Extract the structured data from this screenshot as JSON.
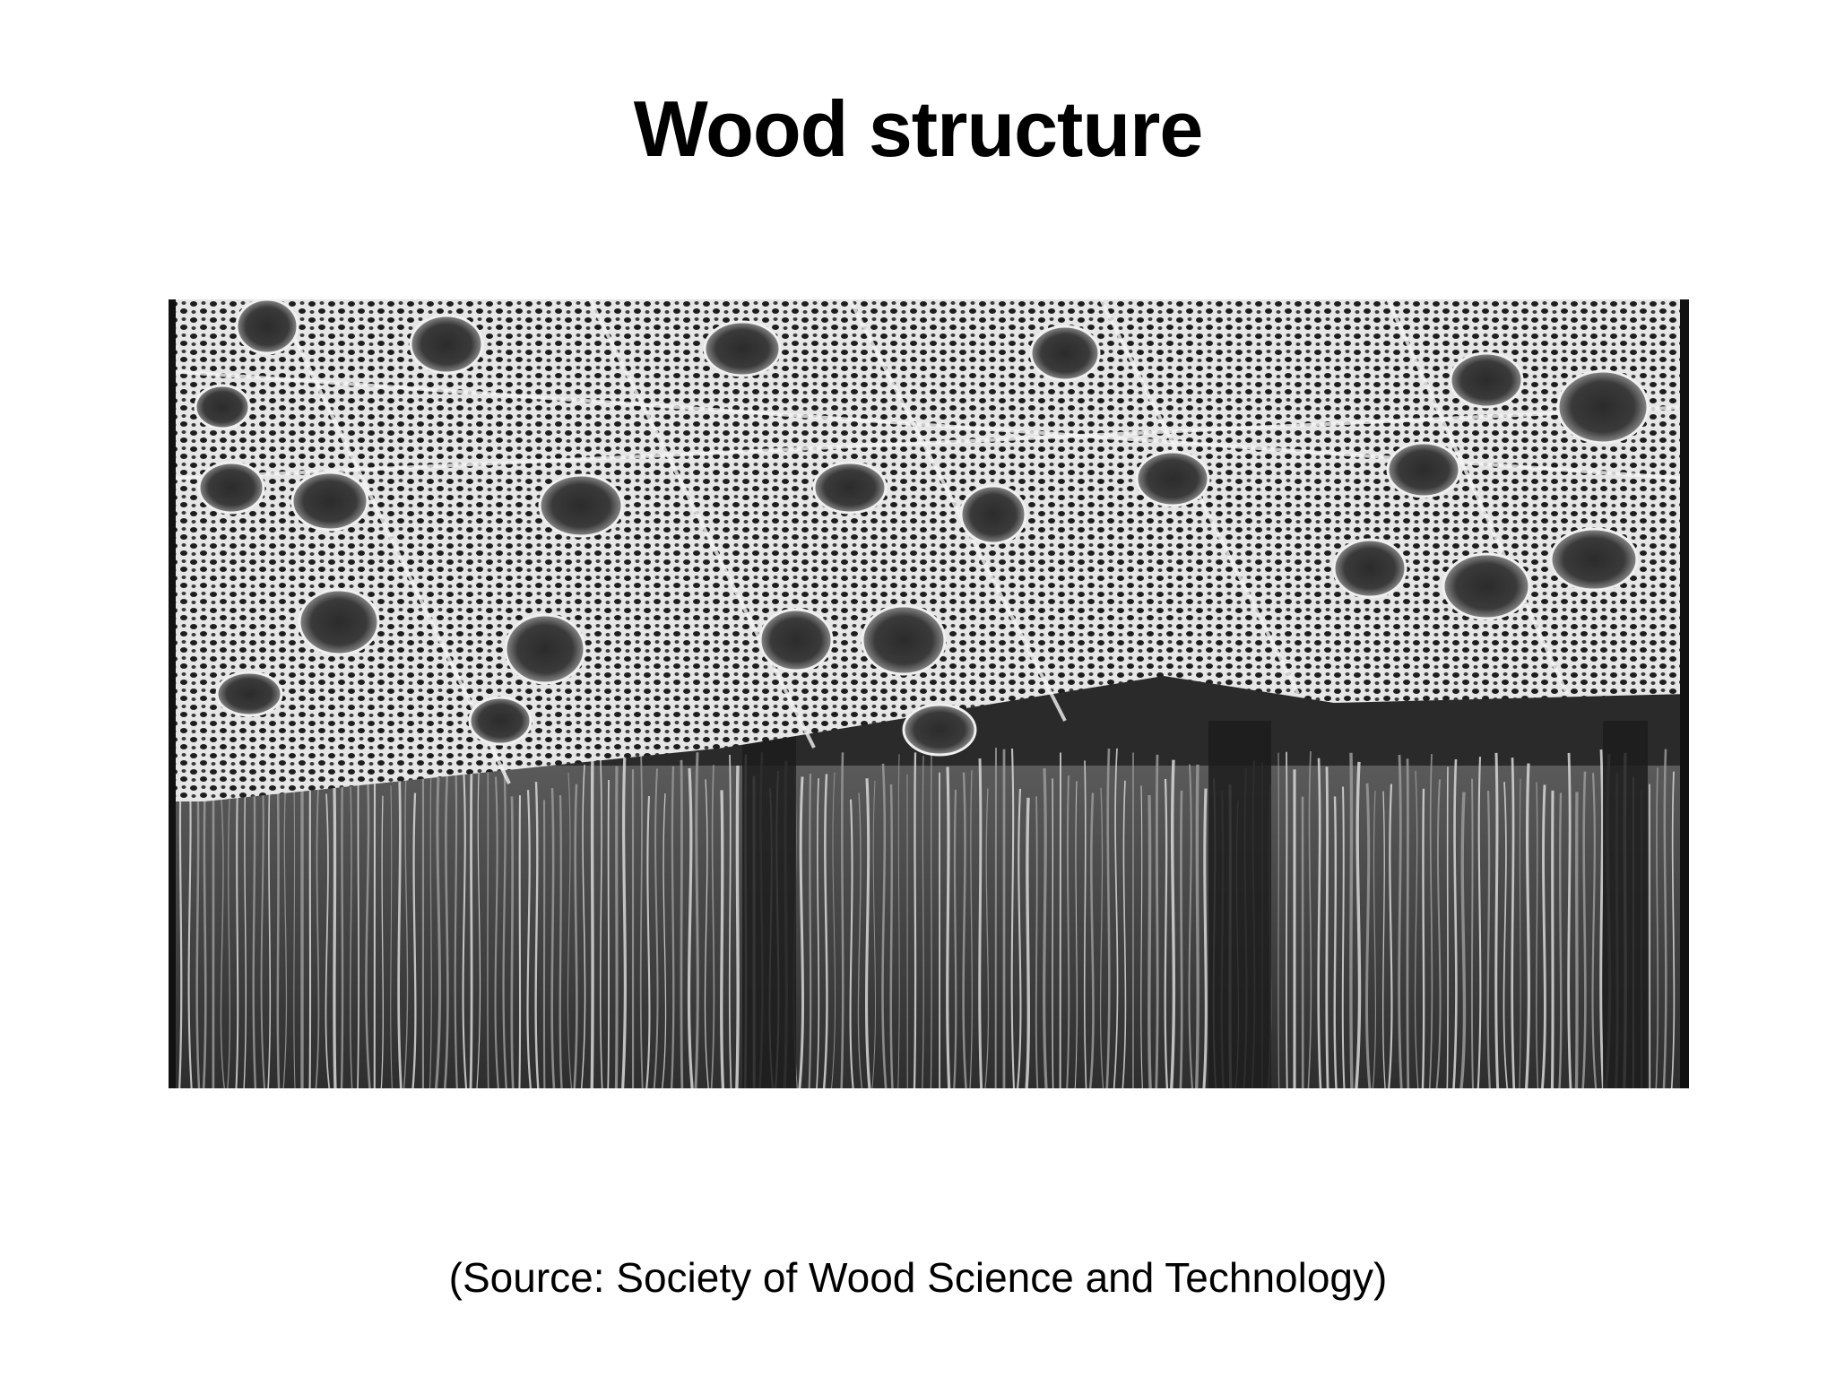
{
  "slide": {
    "title": "Wood structure",
    "caption": "(Source: Society of Wood Science and Technology)"
  },
  "figure": {
    "kind": "grayscale micrograph"
  }
}
